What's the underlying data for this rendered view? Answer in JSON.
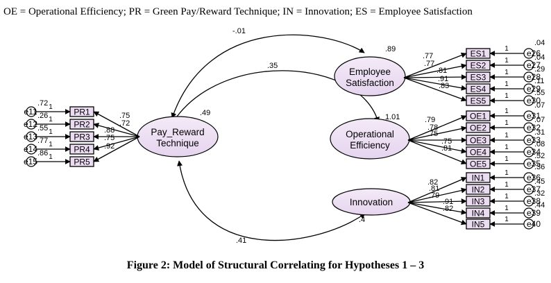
{
  "legend": "OE = Operational Efficiency; PR = Green Pay/Reward Technique; IN = Innovation; ES = Employee Satisfaction",
  "caption": "Figure 2: Model of Structural Correlating for Hypotheses 1 – 3",
  "colors": {
    "indicator_fill": "#ecdcf2",
    "latent_fill": "#efe4f5",
    "stroke": "#000000"
  },
  "latents": {
    "es": {
      "line1": "Employee",
      "line2": "Satisfaction",
      "r2": ".89"
    },
    "pr": {
      "line1": "Pay_Reward",
      "line2": "Technique",
      "r2": ".49"
    },
    "oe": {
      "line1": "Operational",
      "line2": "Efficiency",
      "r2": "1.01"
    },
    "in": {
      "line1": "Innovation",
      "line2": "",
      "r2": ".4"
    }
  },
  "covariances": {
    "pr_es": "-.01",
    "pr_oe": ".35",
    "pr_in": ".41"
  },
  "es_block": {
    "indicators": [
      "ES1",
      "ES2",
      "ES3",
      "ES4",
      "ES5"
    ],
    "loadings": [
      ".77",
      ".77",
      ".81",
      ".91",
      ".83"
    ],
    "errors": [
      "e26",
      "e27",
      "e28",
      "e29",
      "e30"
    ],
    "error_values": [
      ".04",
      ".04",
      ".29",
      ".11",
      ".55"
    ]
  },
  "oe_block": {
    "indicators": [
      "OE1",
      "OE2",
      "OE3",
      "OE4",
      "OE5"
    ],
    "loadings": [
      ".79",
      ".78",
      ".75",
      ".75",
      ".81"
    ],
    "errors": [
      "e31",
      "e32",
      "e33",
      "e34",
      "e35"
    ],
    "error_values": [
      ".07",
      ".07",
      ".31",
      ".08",
      ".52"
    ]
  },
  "in_block": {
    "indicators": [
      "IN1",
      "IN2",
      "IN3",
      "IN4",
      "IN5"
    ],
    "loadings": [
      ".82",
      ".81",
      ".79",
      ".91",
      ".82"
    ],
    "errors": [
      "e36",
      "e37",
      "e38",
      "e39",
      "e40"
    ],
    "error_values": [
      ".36",
      ".45",
      ".32",
      ".44",
      ""
    ]
  },
  "pr_block": {
    "indicators": [
      "PR1",
      "PR2",
      "PR3",
      "PR4",
      "PR5"
    ],
    "loadings": [
      ".75",
      ".72",
      ".88",
      ".75",
      ".92"
    ],
    "errors": [
      "e11",
      "e12",
      "e13",
      "e14",
      "e15"
    ],
    "error_values": [
      ".72",
      ".26",
      ".55",
      ".77",
      ".86"
    ]
  },
  "fixed_path": "1"
}
